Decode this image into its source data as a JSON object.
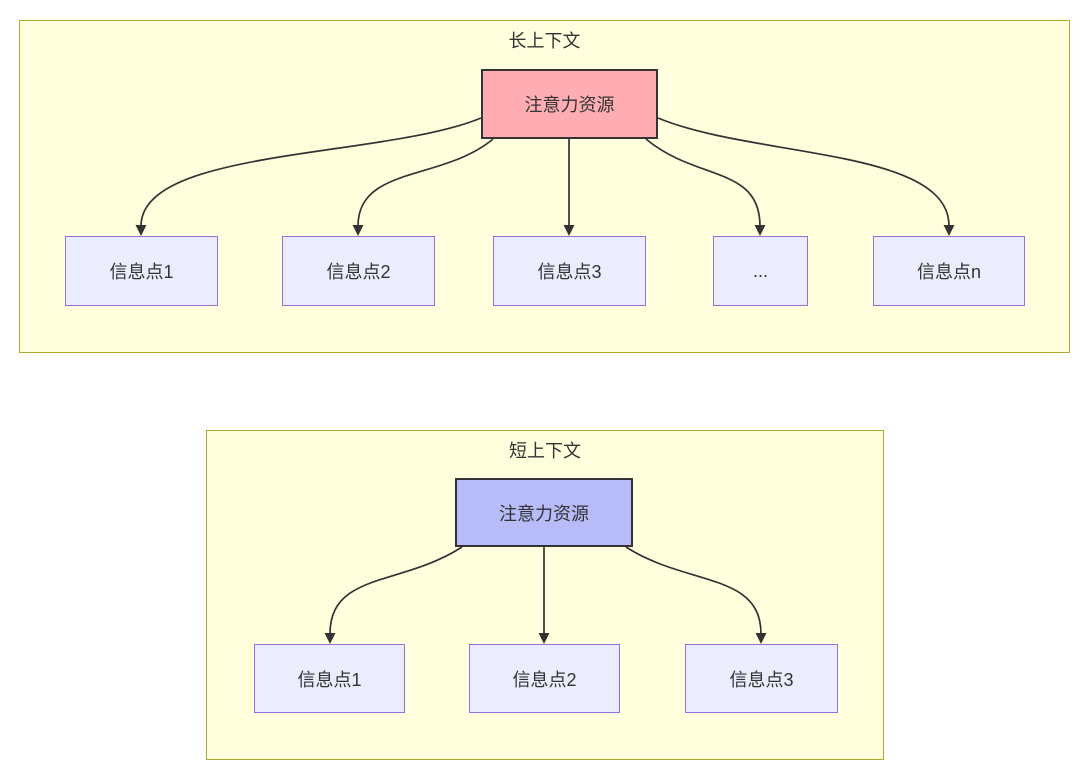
{
  "colors": {
    "page_bg": "#ffffff",
    "container_fill": "#ffffde",
    "container_border": "#aaaa33",
    "node_fill": "#ececff",
    "node_border": "#9370db",
    "long_source_fill": "#ffadb3",
    "short_source_fill": "#b7bbf8",
    "source_border": "#333333",
    "arrow": "#333333",
    "text": "#333333"
  },
  "long_context": {
    "title": "长上下文",
    "source_label": "注意力资源",
    "targets": [
      "信息点1",
      "信息点2",
      "信息点3",
      "...",
      "信息点n"
    ]
  },
  "short_context": {
    "title": "短上下文",
    "source_label": "注意力资源",
    "targets": [
      "信息点1",
      "信息点2",
      "信息点3"
    ]
  }
}
